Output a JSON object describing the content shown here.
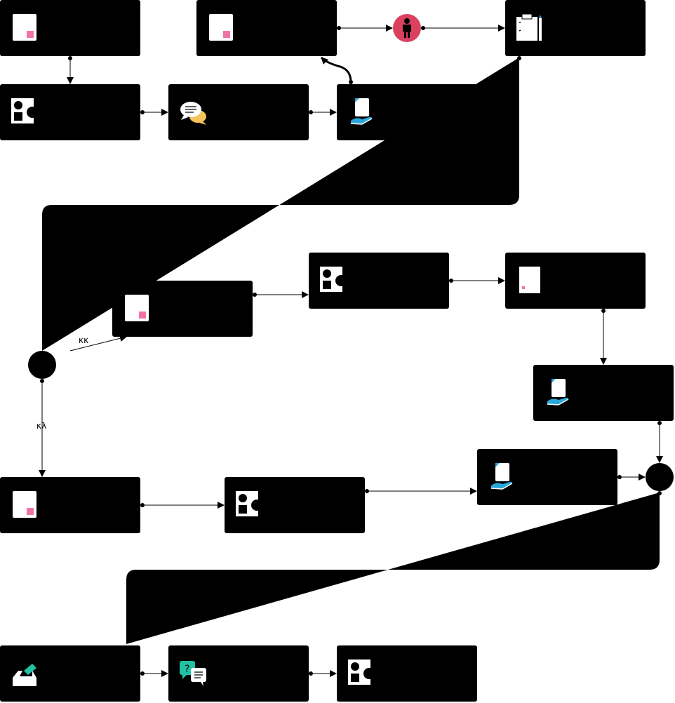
{
  "colors": {
    "node_fill": "#000000",
    "connector": "#000000",
    "start_event": "#d9415f",
    "doc_accent": "#f073a8",
    "hand_accent": "#2aa7d9",
    "chat_accent": "#f4c35b",
    "question_accent": "#22c1a3",
    "pencil_accent": "#2aa7d9"
  },
  "nodes": [
    {
      "id": "n1",
      "icon": "document-icon",
      "label": ""
    },
    {
      "id": "n2",
      "icon": "document-icon",
      "label": ""
    },
    {
      "id": "n3",
      "icon": "clipboard-pencil-icon",
      "label": ""
    },
    {
      "id": "n4",
      "icon": "shapes-icon",
      "label": ""
    },
    {
      "id": "n5",
      "icon": "chat-bubbles-icon",
      "label": ""
    },
    {
      "id": "n6",
      "icon": "hand-document-icon",
      "label": ""
    },
    {
      "id": "n7",
      "icon": "document-icon",
      "label": ""
    },
    {
      "id": "n8",
      "icon": "shapes-icon",
      "label": ""
    },
    {
      "id": "n9",
      "icon": "document-small-icon",
      "label": ""
    },
    {
      "id": "n10",
      "icon": "hand-document-icon",
      "label": ""
    },
    {
      "id": "n11",
      "icon": "document-icon",
      "label": ""
    },
    {
      "id": "n12",
      "icon": "shapes-icon",
      "label": ""
    },
    {
      "id": "n13",
      "icon": "hand-document-icon",
      "label": ""
    },
    {
      "id": "n14",
      "icon": "ballot-box-icon",
      "label": ""
    },
    {
      "id": "n15",
      "icon": "question-chat-icon",
      "label": ""
    },
    {
      "id": "n16",
      "icon": "shapes-icon",
      "label": ""
    }
  ],
  "start_event": {
    "icon": "person-icon"
  },
  "edge_labels": {
    "kk": "κκ",
    "kl": "κλ"
  }
}
